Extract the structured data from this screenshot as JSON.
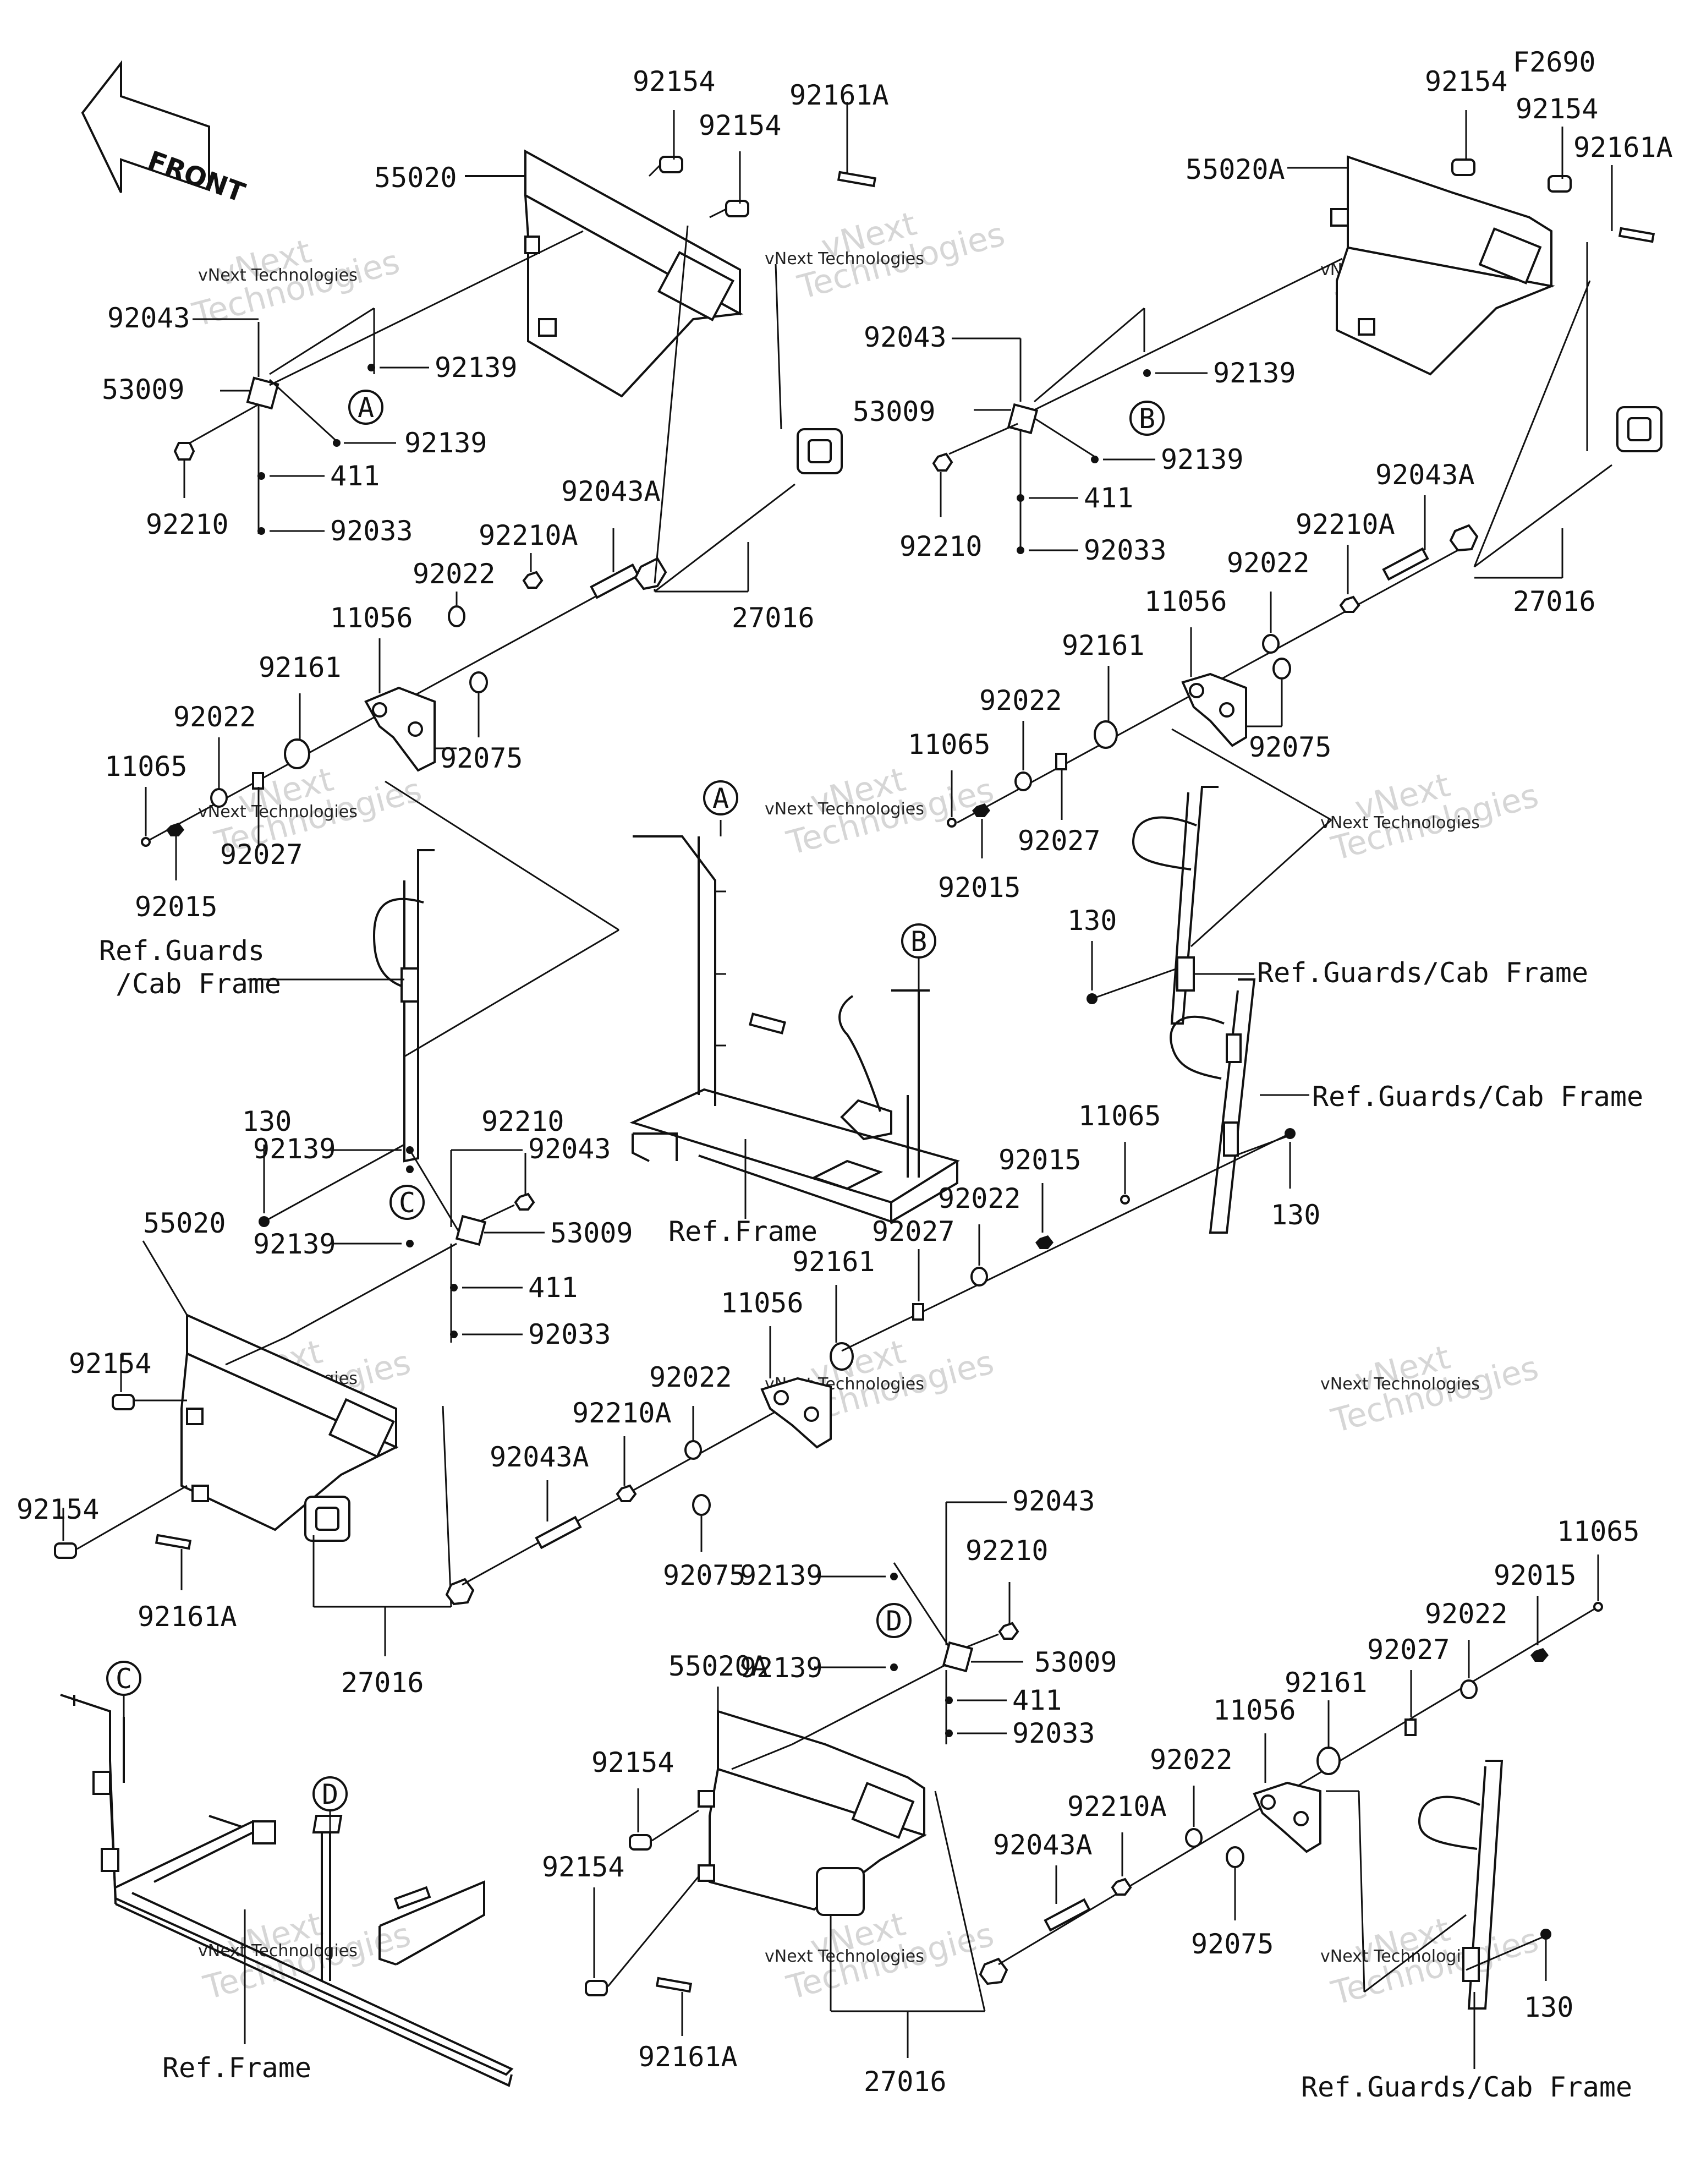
{
  "figure_code": "F2690",
  "front_label": "FRONT",
  "watermark": {
    "line1": "vNext",
    "line2": "Technologies",
    "small": "vNext Technologies"
  },
  "callouts": {
    "A": "A",
    "B": "B",
    "C": "C",
    "D": "D"
  },
  "labels": {
    "q1_92154a": "92154",
    "q1_92154b": "92154",
    "q1_92161A": "92161A",
    "q1_55020": "55020",
    "q1_92043": "92043",
    "q1_53009": "53009",
    "q1_92139a": "92139",
    "q1_92139b": "92139",
    "q1_411": "411",
    "q1_92210": "92210",
    "q1_92033": "92033",
    "q1_92043A": "92043A",
    "q1_92210A": "92210A",
    "q1_92022a": "92022",
    "q1_11056": "11056",
    "q1_92161": "92161",
    "q1_92022b": "92022",
    "q1_11065": "11065",
    "q1_92027": "92027",
    "q1_92015": "92015",
    "q1_92075": "92075",
    "q1_27016": "27016",
    "q1_ref1": "Ref.Guards",
    "q1_ref2": "/Cab Frame",
    "q1_130": "130",
    "q2_92154a": "92154",
    "q2_92154b": "92154",
    "q2_92161A": "92161A",
    "q2_55020A": "55020A",
    "q2_92043": "92043",
    "q2_92139a": "92139",
    "q2_53009": "53009",
    "q2_92139b": "92139",
    "q2_411": "411",
    "q2_92210": "92210",
    "q2_92033": "92033",
    "q2_92043A": "92043A",
    "q2_92210A": "92210A",
    "q2_27016": "27016",
    "q2_92022a": "92022",
    "q2_11056": "11056",
    "q2_92161": "92161",
    "q2_92022b": "92022",
    "q2_11065": "11065",
    "q2_92075": "92075",
    "q2_92027": "92027",
    "q2_92015": "92015",
    "q2_130": "130",
    "q2_ref": "Ref.Guards/Cab Frame",
    "mid_ref_frame": "Ref.Frame",
    "q3_92043": "92043",
    "q3_92139a": "92139",
    "q3_92210": "92210",
    "q3_55020": "55020",
    "q3_53009": "53009",
    "q3_92139b": "92139",
    "q3_411": "411",
    "q3_92033": "92033",
    "q3_92154a": "92154",
    "q3_92154b": "92154",
    "q3_92161A": "92161A",
    "q3_27016": "27016",
    "q3_92043A": "92043A",
    "q3_92210A": "92210A",
    "q3_92022": "92022",
    "q3_92075": "92075",
    "q3_11056": "11056",
    "q3_92161": "92161",
    "q4_ref_gc": "Ref.Guards/Cab Frame",
    "q4_11065": "11065",
    "q4_92015": "92015",
    "q4_92022": "92022",
    "q4_92027": "92027",
    "q4_130": "130",
    "q5_92043": "92043",
    "q5_92210": "92210",
    "q5_92139a": "92139",
    "q5_53009": "53009",
    "q5_92139b": "92139",
    "q5_411": "411",
    "q5_92033": "92033",
    "q5_55020A": "55020A",
    "q5_92154a": "92154",
    "q5_92154b": "92154",
    "q5_92161A": "92161A",
    "q5_27016": "27016",
    "q5_11065": "11065",
    "q5_92015": "92015",
    "q5_92022a": "92022",
    "q5_92027": "92027",
    "q5_92161": "92161",
    "q5_11056": "11056",
    "q5_92022b": "92022",
    "q5_92210A": "92210A",
    "q5_92043A": "92043A",
    "q5_92075": "92075",
    "q5_130": "130",
    "q5_ref": "Ref.Guards/Cab Frame",
    "bl_ref_frame": "Ref.Frame"
  }
}
